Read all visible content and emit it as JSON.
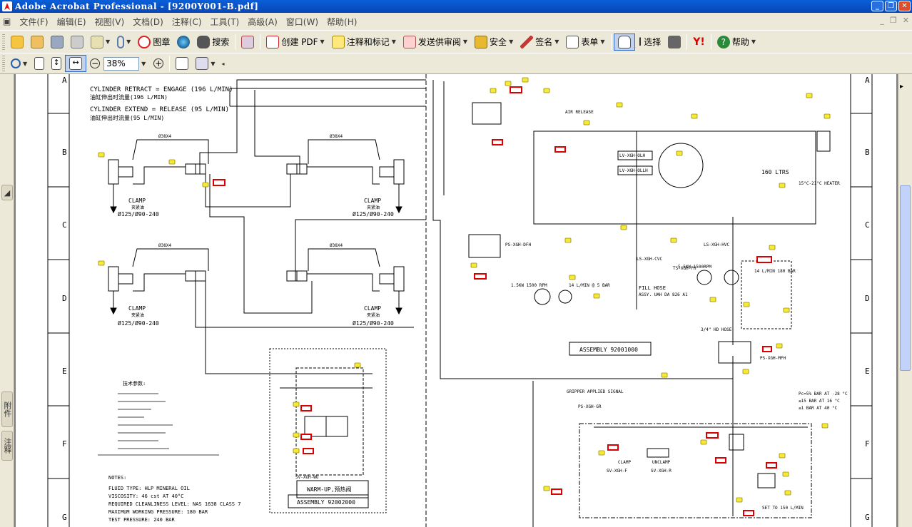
{
  "window": {
    "title": "Adobe Acrobat Professional - [9200Y001-B.pdf]"
  },
  "menu": [
    "文件(F)",
    "编辑(E)",
    "视图(V)",
    "文档(D)",
    "注释(C)",
    "工具(T)",
    "高级(A)",
    "窗口(W)",
    "帮助(H)"
  ],
  "toolbar": {
    "stamp_label": "图章",
    "search_label": "搜索",
    "create_pdf_label": "创建 PDF",
    "comment_label": "注释和标记",
    "send_review_label": "发送供审阅",
    "secure_label": "安全",
    "sign_label": "签名",
    "forms_label": "表单",
    "select_label": "选择",
    "help_label": "帮助"
  },
  "zoom": {
    "value": "38%"
  },
  "side_tabs": {
    "attachments": "附件",
    "comments": "注释"
  },
  "drawing": {
    "row_labels": [
      "A",
      "B",
      "C",
      "D",
      "E",
      "F",
      "G"
    ],
    "cylinder_retract": "CYLINDER RETRACT = ENGAGE (196 L/MIN)",
    "cylinder_retract_cn": "油缸伸出时流量(196 L/MIN)",
    "cylinder_extend": "CYLINDER EXTEND = RELEASE (95 L/MIN)",
    "cylinder_extend_cn": "油缸伸出时流量(95 L/MIN)",
    "clamp": "CLAMP",
    "clamp_cn": "夹紧油",
    "cyl_spec": "Ø125/Ø90-240",
    "warm_up": "WARM-UP,预热阀",
    "assembly_1": "ASSEMBLY 92002000",
    "assembly_2": "ASSEMBLY 92001000",
    "notes_title": "NOTES:",
    "notes": [
      "FLUID TYPE: HLP MINERAL OIL",
      "VISCOSITY: 46 cst AT 40°C",
      "REQUIRED CLEANLINESS LEVEL: NAS 1638 CLASS 7",
      "MAXIMUM WORKING PRESSURE: 180 BAR",
      "TEST PRESSURE: 240 BAR"
    ],
    "tech_title": "技术参数:",
    "tank": "160 LTRS",
    "fill_hose": "FILL HOSE",
    "fill_hose_assy": "ASSY. UAH DA 826 A1",
    "motor_1": "1.5KW 1500 RPM",
    "motor_2": "5.5KW 1500RPM",
    "pump_1": "14 L/MIN @ 5 BAR",
    "pump_2": "14 L/MIN 180 BAR",
    "gripper": "GRIPPER APPLIED SIGNAL",
    "unclamp": "UNCLAMP",
    "set_to": "SET TO 150 L/MIN",
    "air_release": "AIR RELEASE",
    "heater": "15°C-21°C HEATER",
    "pressure_note": [
      "Pc=5% BAR AT -28 °C",
      "≤15 BAR AT 16 °C",
      "≤1 BAR AT 40 °C"
    ],
    "lv1": "LV-XGH-OLH",
    "lv2": "LV-XGH-OLLH",
    "ps1": "PS-XGH-DFH",
    "ts1": "TS-XGH-PH",
    "ls1": "LS-XGH-HVC",
    "ls2": "LS-XGH-CVC",
    "ps2": "PS-XGH-MFH",
    "sv1": "SV-XGH-WU",
    "sv2": "SV-XGH-F",
    "sv3": "SV-XGH-R",
    "ps3": "PS-XGH-GR",
    "hose": "3/4\" HD HOSE",
    "pipe": "Ø38X4"
  }
}
